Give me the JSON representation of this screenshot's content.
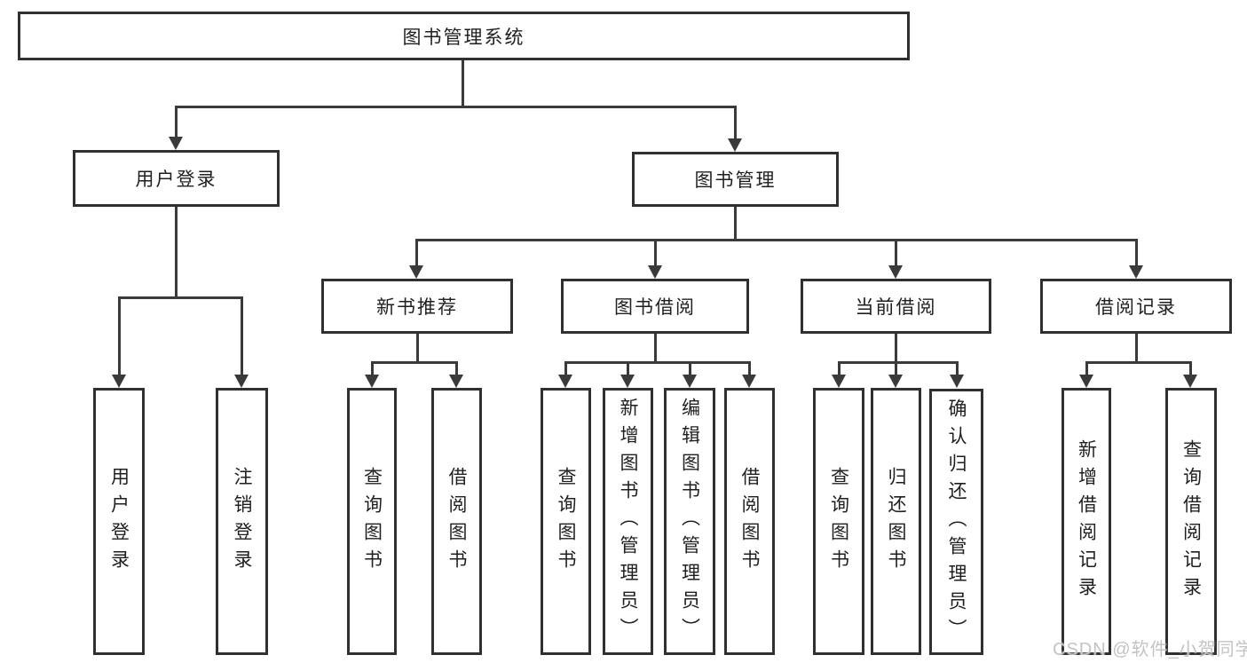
{
  "diagram": {
    "title": "图书管理系统",
    "root": {
      "label": "图书管理系统"
    },
    "level2": [
      {
        "label": "用户登录"
      },
      {
        "label": "图书管理"
      }
    ],
    "level3": [
      {
        "label": "新书推荐"
      },
      {
        "label": "图书借阅"
      },
      {
        "label": "当前借阅"
      },
      {
        "label": "借阅记录"
      }
    ],
    "leaves": {
      "login": [
        {
          "label": "用户登录"
        },
        {
          "label": "注销登录"
        }
      ],
      "new_books": [
        {
          "label": "查询图书"
        },
        {
          "label": "借阅图书"
        }
      ],
      "borrow": [
        {
          "label": "查询图书"
        },
        {
          "label": "新增图书（管理员）"
        },
        {
          "label": "编辑图书（管理员）"
        },
        {
          "label": "借阅图书"
        }
      ],
      "current": [
        {
          "label": "查询图书"
        },
        {
          "label": "归还图书"
        },
        {
          "label": "确认归还（管理员）"
        }
      ],
      "records": [
        {
          "label": "新增借阅记录"
        },
        {
          "label": "查询借阅记录"
        }
      ]
    },
    "watermark": "CSDN @软件_小贺同学",
    "colors": {
      "line": "#3a3a3a",
      "box_border": "#303030",
      "text": "#1f1f1f",
      "watermark": "#c3c3c3",
      "background": "#ffffff"
    }
  }
}
